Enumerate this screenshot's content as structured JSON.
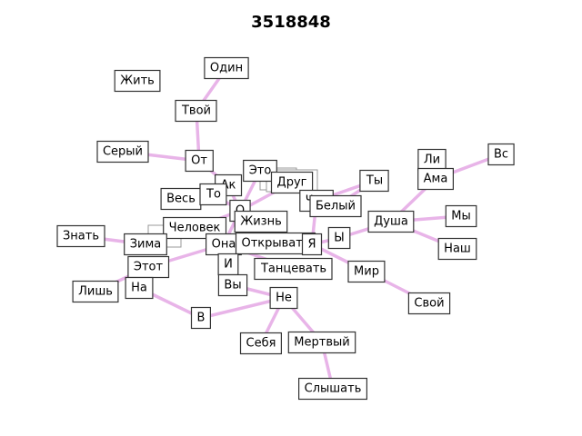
{
  "title": "3518848",
  "colors": {
    "edge": "#e8b4e8",
    "node_fill": "#ffffff",
    "node_border": "#333333"
  },
  "nodes": [
    {
      "id": "odin",
      "label": "Один"
    },
    {
      "id": "zhit",
      "label": "Жить"
    },
    {
      "id": "tvoy",
      "label": "Твой"
    },
    {
      "id": "seryy",
      "label": "Серый"
    },
    {
      "id": "ot",
      "label": "От"
    },
    {
      "id": "eto",
      "label": "Это"
    },
    {
      "id": "ak",
      "label": "Ак"
    },
    {
      "id": "drug",
      "label": "Друг"
    },
    {
      "id": "ves",
      "label": "Весь"
    },
    {
      "id": "to",
      "label": "То"
    },
    {
      "id": "o",
      "label": "О"
    },
    {
      "id": "chto",
      "label": "Что"
    },
    {
      "id": "belyy",
      "label": "Белый"
    },
    {
      "id": "ty",
      "label": "Ты"
    },
    {
      "id": "li",
      "label": "Ли"
    },
    {
      "id": "vs",
      "label": "Вс"
    },
    {
      "id": "ama",
      "label": "Ама"
    },
    {
      "id": "zhizn",
      "label": "Жизнь"
    },
    {
      "id": "chelovek",
      "label": "Человек"
    },
    {
      "id": "dusha",
      "label": "Душа"
    },
    {
      "id": "my",
      "label": "Мы"
    },
    {
      "id": "znat",
      "label": "Знать"
    },
    {
      "id": "zima",
      "label": "Зима"
    },
    {
      "id": "ona",
      "label": "Она"
    },
    {
      "id": "otkryvat",
      "label": "Открывать"
    },
    {
      "id": "ya",
      "label": "Я"
    },
    {
      "id": "yy",
      "label": "Ы"
    },
    {
      "id": "nash",
      "label": "Наш"
    },
    {
      "id": "etot",
      "label": "Этот"
    },
    {
      "id": "i",
      "label": "И"
    },
    {
      "id": "tancevat",
      "label": "Танцевать"
    },
    {
      "id": "mir",
      "label": "Мир"
    },
    {
      "id": "lish",
      "label": "Лишь"
    },
    {
      "id": "na",
      "label": "На"
    },
    {
      "id": "vy",
      "label": "Вы"
    },
    {
      "id": "ne",
      "label": "Не"
    },
    {
      "id": "svoy",
      "label": "Свой"
    },
    {
      "id": "v",
      "label": "В"
    },
    {
      "id": "sebya",
      "label": "Себя"
    },
    {
      "id": "mertvyy",
      "label": "Мертвый"
    },
    {
      "id": "slyshat",
      "label": "Слышать"
    }
  ],
  "edges": [
    [
      "odin",
      "tvoy"
    ],
    [
      "tvoy",
      "ot"
    ],
    [
      "seryy",
      "ot"
    ],
    [
      "ot",
      "ak"
    ],
    [
      "ak",
      "o"
    ],
    [
      "to",
      "o"
    ],
    [
      "eto",
      "o"
    ],
    [
      "drug",
      "o"
    ],
    [
      "o",
      "zhizn"
    ],
    [
      "o",
      "chelovek"
    ],
    [
      "o",
      "ona"
    ],
    [
      "chto",
      "ya"
    ],
    [
      "belyy",
      "ty"
    ],
    [
      "vs",
      "ama"
    ],
    [
      "li",
      "ama"
    ],
    [
      "ama",
      "dusha"
    ],
    [
      "my",
      "dusha"
    ],
    [
      "dusha",
      "nash"
    ],
    [
      "dusha",
      "yy"
    ],
    [
      "yy",
      "ya"
    ],
    [
      "ya",
      "ona"
    ],
    [
      "ya",
      "mir"
    ],
    [
      "mir",
      "svoy"
    ],
    [
      "ona",
      "otkryvat"
    ],
    [
      "ona",
      "tancevat"
    ],
    [
      "znat",
      "zima"
    ],
    [
      "zima",
      "chelovek"
    ],
    [
      "ona",
      "etot"
    ],
    [
      "etot",
      "na"
    ],
    [
      "etot",
      "lish"
    ],
    [
      "na",
      "v"
    ],
    [
      "v",
      "ne"
    ],
    [
      "ona",
      "i"
    ],
    [
      "i",
      "vy"
    ],
    [
      "vy",
      "ne"
    ],
    [
      "ne",
      "sebya"
    ],
    [
      "ne",
      "mertvyy"
    ],
    [
      "mertvyy",
      "slyshat"
    ],
    [
      "ty",
      "chto"
    ]
  ]
}
